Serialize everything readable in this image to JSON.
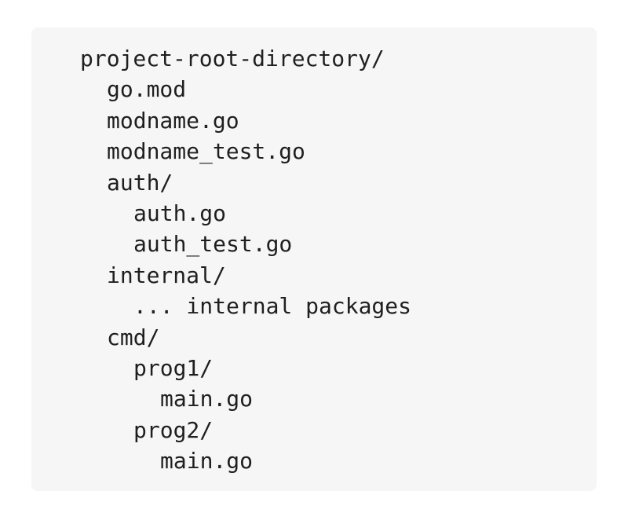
{
  "tree": [
    {
      "text": "project-root-directory/",
      "depth": 0
    },
    {
      "text": "go.mod",
      "depth": 1
    },
    {
      "text": "modname.go",
      "depth": 1
    },
    {
      "text": "modname_test.go",
      "depth": 1
    },
    {
      "text": "auth/",
      "depth": 1
    },
    {
      "text": "auth.go",
      "depth": 2
    },
    {
      "text": "auth_test.go",
      "depth": 2
    },
    {
      "text": "internal/",
      "depth": 1
    },
    {
      "text": "... internal packages",
      "depth": 2
    },
    {
      "text": "cmd/",
      "depth": 1
    },
    {
      "text": "prog1/",
      "depth": 2
    },
    {
      "text": "main.go",
      "depth": 3
    },
    {
      "text": "prog2/",
      "depth": 2
    },
    {
      "text": "main.go",
      "depth": 3
    }
  ]
}
